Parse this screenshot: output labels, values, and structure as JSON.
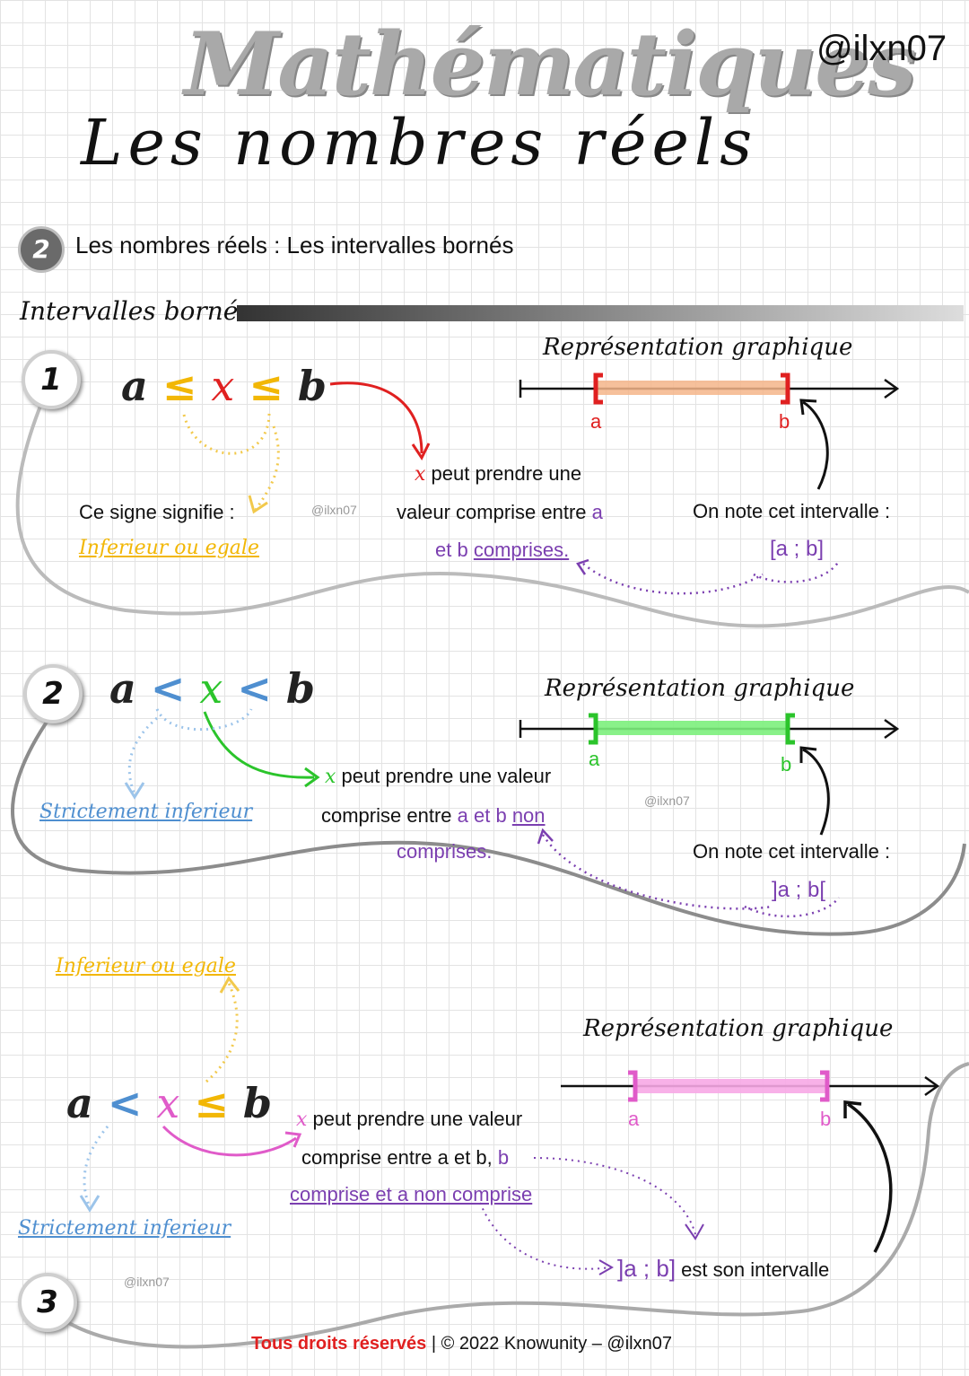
{
  "header": {
    "title": "Mathématiques",
    "subtitle": "Les nombres réels",
    "handle": "@ilxn07"
  },
  "section": {
    "number": "2",
    "title": "Les nombres réels  : Les intervalles bornés",
    "subtitle": "Intervalles  bornés"
  },
  "blocks": [
    {
      "number": "1",
      "inequality": {
        "a": "a",
        "op1": "≤",
        "x": "x",
        "op2": "≤",
        "b": "b"
      },
      "sign_label": "Ce signe signifie :",
      "sign_meaning": "Inferieur ou egale",
      "desc_x": "x",
      "desc_line1": "peut prendre une",
      "desc_line2": "valeur comprise entre",
      "desc_a": "a",
      "desc_line3_a": "et b",
      "desc_line3_b": "comprises.",
      "repr_title": "Représentation graphique",
      "label_a": "a",
      "label_b": "b",
      "note": "On note cet intervalle :",
      "notation": "[a ; b]",
      "watermark": "@ilxn07",
      "bracket_left": "[",
      "bracket_right": "]",
      "colors": {
        "op": "#f2b705",
        "x": "#e02020",
        "bar": "#f4b58a",
        "bracket": "#e02020"
      }
    },
    {
      "number": "2",
      "inequality": {
        "a": "a",
        "op1": "<",
        "x": "x",
        "op2": "<",
        "b": "b"
      },
      "sign_meaning": "Strictement inferieur",
      "desc_x": "x",
      "desc_line1": "peut prendre une valeur",
      "desc_line2_a": "comprise entre",
      "desc_line2_b": "a et b",
      "desc_line2_c": "non",
      "desc_line3": "comprises.",
      "repr_title": "Représentation graphique",
      "label_a": "a",
      "label_b": "b",
      "note": "On note cet intervalle :",
      "notation": "]a ; b[",
      "watermark": "@ilxn07",
      "colors": {
        "op": "#4f8fd0",
        "x": "#2bc42b",
        "bar": "#7cf07c",
        "bracket": "#2bc42b"
      }
    },
    {
      "number": "3",
      "inequality": {
        "a": "a",
        "op1": "<",
        "x": "x",
        "op2": "≤",
        "b": "b"
      },
      "meaning_top": "Inferieur ou egale",
      "meaning_bottom": "Strictement inferieur",
      "desc_x": "x",
      "desc_line1": "peut prendre une valeur",
      "desc_line2_a": "comprise entre a et b,",
      "desc_line2_b": "b",
      "desc_line3": "comprise et a non comprise",
      "repr_title": "Représentation graphique",
      "label_a": "a",
      "label_b": "b",
      "notation": "]a ; b]",
      "notation_suffix": "est son intervalle",
      "watermark": "@ilxn07",
      "colors": {
        "op1": "#4f8fd0",
        "op2": "#f2b705",
        "x": "#e05bc9",
        "bar": "#f7a8e6",
        "bracket": "#e05bc9"
      }
    }
  ],
  "footer": {
    "rights": "Tous droits réservés",
    "copyright": "| © 2022 Knowunity – @ilxn07"
  }
}
